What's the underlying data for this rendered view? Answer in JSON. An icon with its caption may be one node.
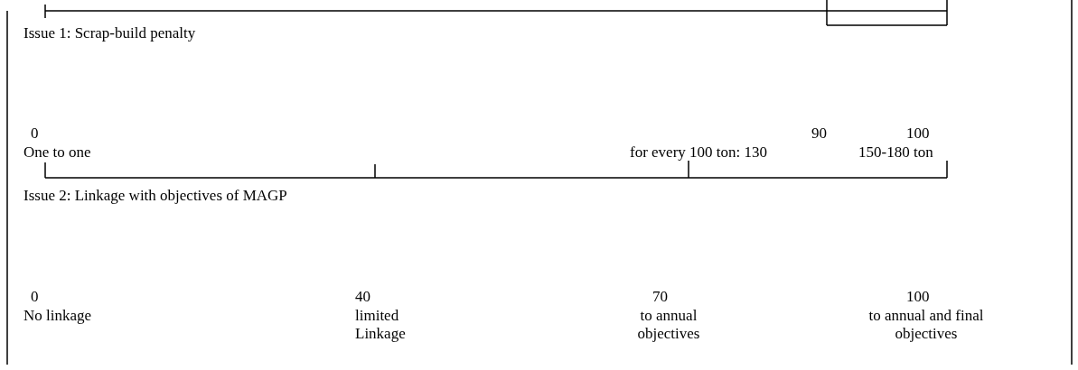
{
  "diagram": {
    "labels": [
      "Issue 1: Scrap-build penalty",
      "0",
      "90",
      "100",
      "One to one",
      "for every 100 ton: 130",
      "150-180 ton",
      "Issue 2: Linkage with objectives of MAGP",
      "0",
      "40",
      "70",
      "100",
      "No linkage",
      "limited Linkage",
      "to annual objectives",
      "to annual and final objectives"
    ]
  }
}
